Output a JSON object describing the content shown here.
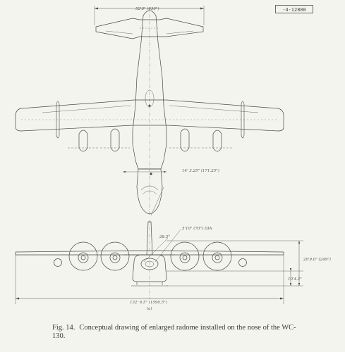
{
  "document_id": "-4-12800",
  "caption": {
    "figure_label": "Fig. 14.",
    "text": "Conceptual drawing of enlarged radome installed on the nose of the WC-130."
  },
  "dimensions": {
    "tail_span": "52'8\" (630\")",
    "nose_station": "14' 3.25\" (171.25\")",
    "radome_angle": "28.3°",
    "radome_diameter": "5'10\" (70\") DIA",
    "overall_height": "20'9.0\" (249\")",
    "lower_height": "10'4.2\"",
    "wingspan": "132' 6.5\" (1590.5\")"
  },
  "view_label": "(a)",
  "colors": {
    "paper": "#f4f4ef",
    "ink": "#4a4a46"
  }
}
